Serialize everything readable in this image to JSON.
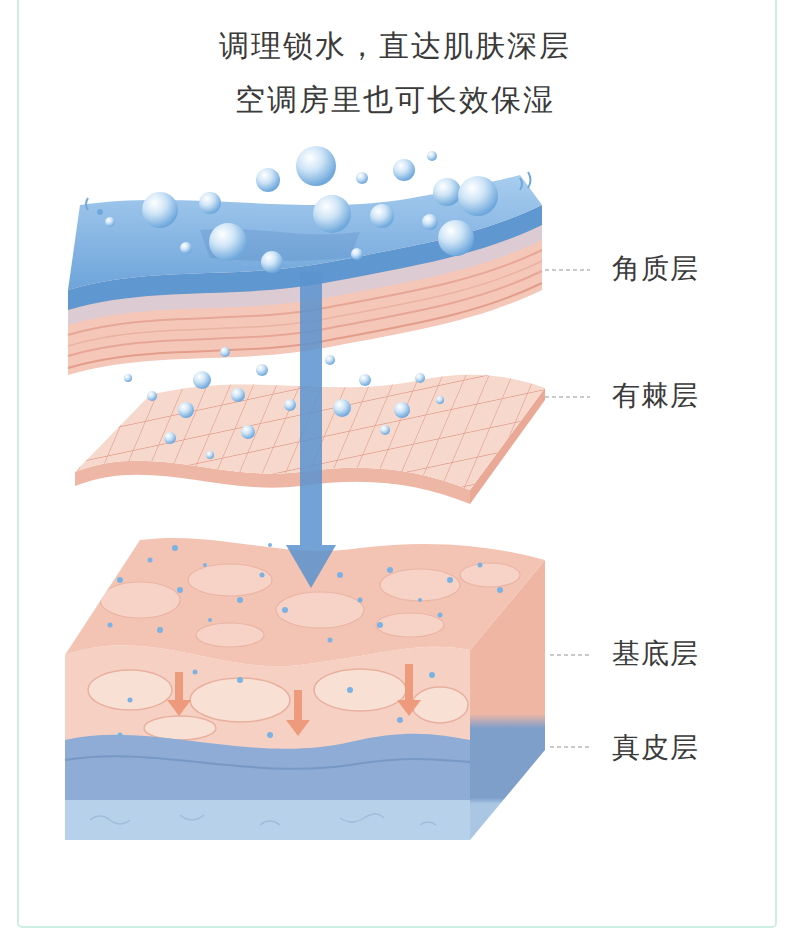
{
  "diagram": {
    "title": "调理锁水，直达肌肤深层",
    "labels": [
      "空调房里也可长效保湿",
      "角质层",
      "有棘层",
      "基底层",
      "真皮层"
    ]
  }
}
